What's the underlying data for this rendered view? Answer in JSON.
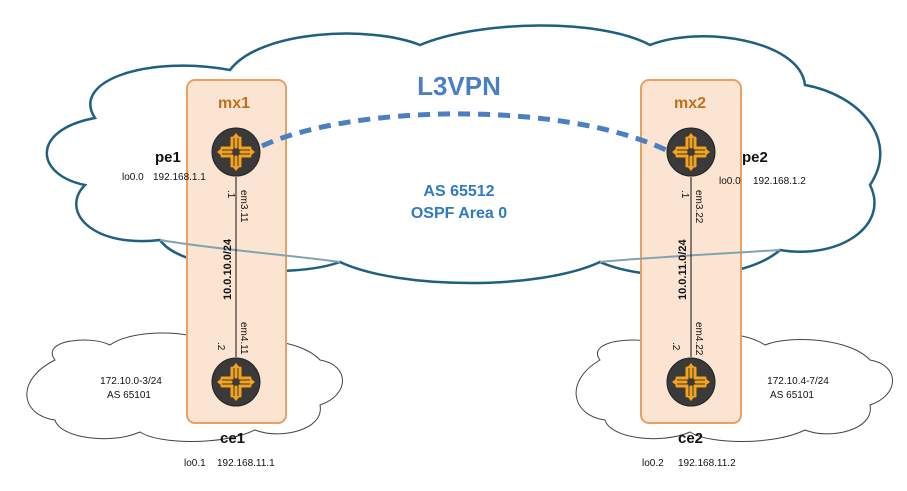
{
  "diagram": {
    "title": "L3VPN",
    "backbone": {
      "as": "AS 65512",
      "area": "OSPF Area 0"
    },
    "routers": {
      "mx1": {
        "box_label": "mx1",
        "pe_name": "pe1",
        "pe_lo_if": "lo0.0",
        "pe_lo_ip": "192.168.1.1",
        "pe_addr": ".1",
        "pe_if": "em3.11",
        "subnet": "10.0.10.0/24",
        "ce_addr": ".2",
        "ce_if": "em4.11",
        "ce_name": "ce1",
        "ce_lo_if": "lo0.1",
        "ce_lo_ip": "192.168.11.1",
        "site_prefix": "172.10.0-3/24",
        "site_as": "AS 65101"
      },
      "mx2": {
        "box_label": "mx2",
        "pe_name": "pe2",
        "pe_lo_if": "lo0.0",
        "pe_lo_ip": "192.168.1.2",
        "pe_addr": ".1",
        "pe_if": "em3.22",
        "subnet": "10.0.11.0/24",
        "ce_addr": ".2",
        "ce_if": "em4.22",
        "ce_name": "ce2",
        "ce_lo_if": "lo0.2",
        "ce_lo_ip": "192.168.11.2",
        "site_prefix": "172.10.4-7/24",
        "site_as": "AS 65101"
      }
    },
    "icons": {
      "router": "juniper-router-icon"
    },
    "colors": {
      "cloud_stroke": "#1f5f7f",
      "box_fill": "#fce4d2",
      "box_stroke": "#e9a060",
      "tunnel": "#4a7fc1",
      "router_fill": "#3a3a3a",
      "router_arrows": "#f5a21c"
    }
  }
}
